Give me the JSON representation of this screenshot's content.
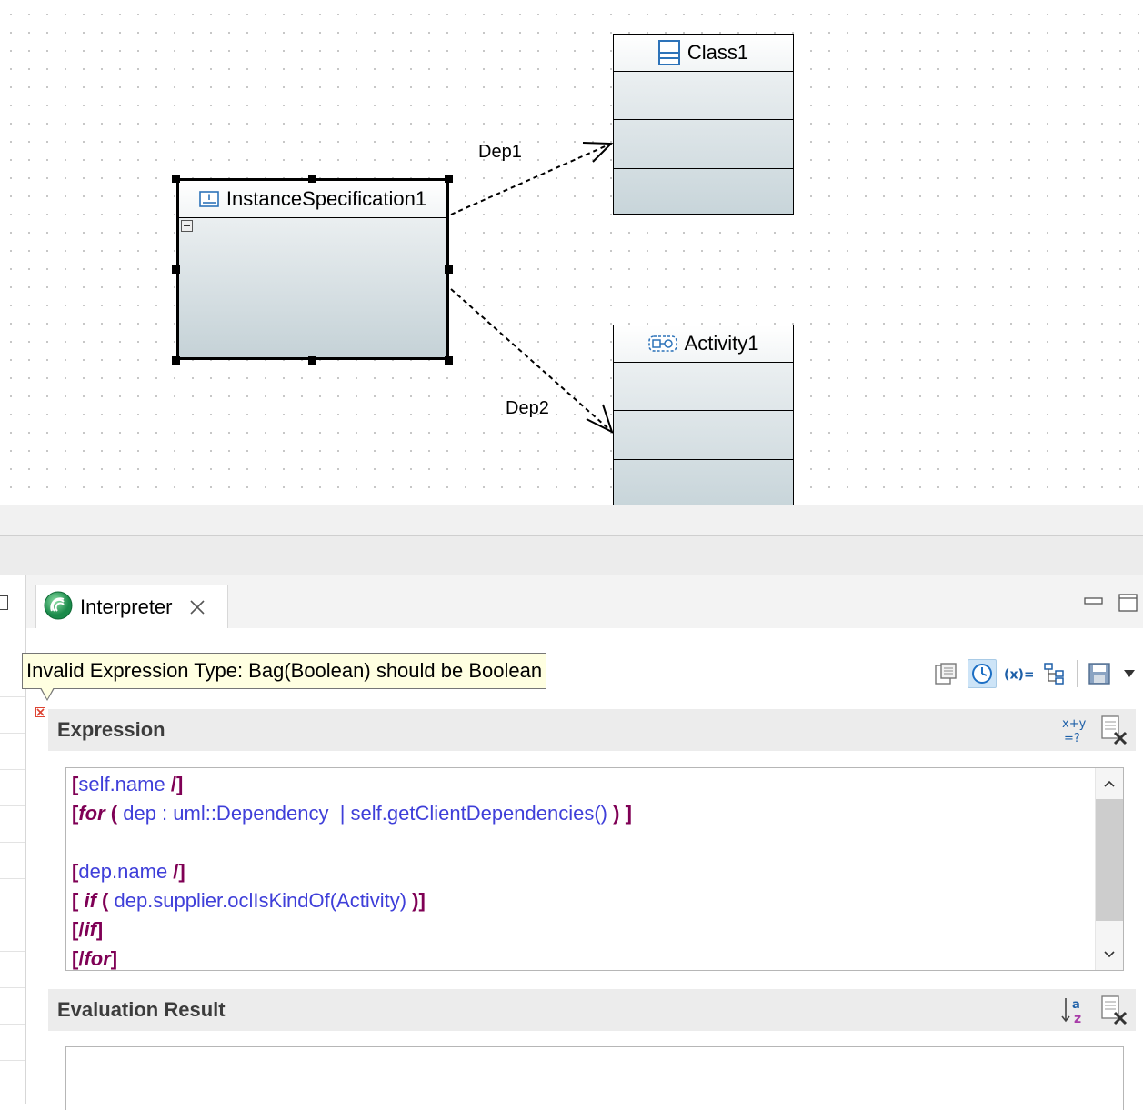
{
  "diagram": {
    "class1": {
      "name": "Class1",
      "icon": "class-icon"
    },
    "activity1": {
      "name": "Activity1",
      "icon": "activity-icon"
    },
    "instance": {
      "name": "InstanceSpecification1",
      "icon": "instance-specification-icon"
    },
    "dependencies": [
      {
        "label": "Dep1",
        "from": "InstanceSpecification1",
        "to": "Class1"
      },
      {
        "label": "Dep2",
        "from": "InstanceSpecification1",
        "to": "Activity1"
      }
    ]
  },
  "view": {
    "tab_label": "Interpreter",
    "tab_icon": "interpreter-icon",
    "tooltip": "Invalid Expression Type: Bag(Boolean) should be Boolean",
    "toolbar_icons": [
      "link-with-editor-icon",
      "realtime-evaluation-icon",
      "variables-icon",
      "hierarchy-icon",
      "save-icon",
      "view-menu-icon"
    ],
    "expression_section": {
      "title": "Expression",
      "icons": [
        "evaluate-icon",
        "clear-expression-icon"
      ]
    },
    "code_lines": [
      [
        {
          "t": "[",
          "c": "kw"
        },
        {
          "t": "self.name",
          "c": "ex"
        },
        {
          "t": " /]",
          "c": "kw"
        }
      ],
      [
        {
          "t": "[",
          "c": "kw"
        },
        {
          "t": "for",
          "c": "kwi"
        },
        {
          "t": " ( ",
          "c": "kw"
        },
        {
          "t": "dep : uml::Dependency  | self.getClientDependencies()",
          "c": "ex"
        },
        {
          "t": " ) ]",
          "c": "kw"
        }
      ],
      [],
      [
        {
          "t": "[",
          "c": "kw"
        },
        {
          "t": "dep.name",
          "c": "ex"
        },
        {
          "t": " /]",
          "c": "kw"
        }
      ],
      [
        {
          "t": "[ ",
          "c": "kw"
        },
        {
          "t": "if",
          "c": "kwi"
        },
        {
          "t": " ( ",
          "c": "kw"
        },
        {
          "t": "dep.supplier.oclIsKindOf(Activity)",
          "c": "ex"
        },
        {
          "t": " )]",
          "c": "kw"
        }
      ],
      [
        {
          "t": "[/",
          "c": "kw"
        },
        {
          "t": "if",
          "c": "kwi"
        },
        {
          "t": "]",
          "c": "kw"
        }
      ],
      [
        {
          "t": "[/",
          "c": "kw"
        },
        {
          "t": "for",
          "c": "kwi"
        },
        {
          "t": "]",
          "c": "kw"
        }
      ]
    ],
    "result_section": {
      "title": "Evaluation Result",
      "icons": [
        "sort-icon",
        "clear-result-icon"
      ]
    }
  },
  "colors": {
    "keyword": "#7f0055",
    "expression": "#3f3fd9",
    "tooltip_bg": "#ffffe1",
    "section_bg": "#ececec"
  }
}
